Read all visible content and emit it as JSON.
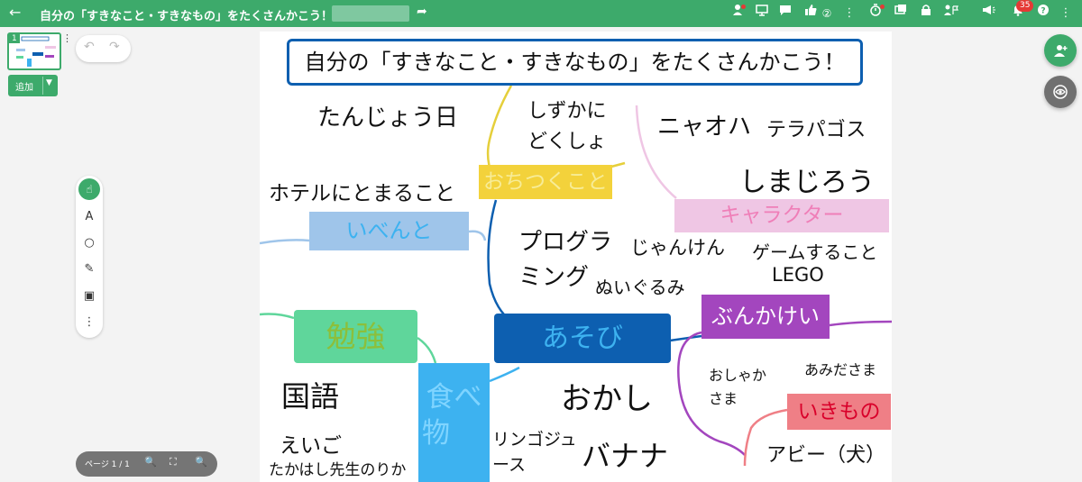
{
  "topbar": {
    "title": "自分の「すきなこと・すきなもの」をたくさんかこう！：",
    "back_icon": "←",
    "share_icon": "➦",
    "like_count": "②",
    "notification_count": "35"
  },
  "sidebar": {
    "page_number": "1",
    "add_label": "追加"
  },
  "pager": {
    "label": "ページ 1 / 1"
  },
  "canvas": {
    "title": "自分の「すきなこと・すきなもの」をたくさんかこう！",
    "center": "あそび",
    "branches": {
      "ochitsuku": "おちつくこと",
      "character": "キャラクター",
      "event": "いべんと",
      "study": "勉強",
      "food": "食べ物",
      "bunkakei": "ぶんかけい",
      "ikimono": "いきもの"
    },
    "words": {
      "tanjoubi": "たんじょう日",
      "shizukani": "しずかに",
      "dokusho": "どくしょ",
      "nyaoha": "ニャオハ",
      "terapagos": "テラパゴス",
      "shimajirou": "しまじろう",
      "hotel": "ホテルにとまること",
      "progra1": "プログラ",
      "progra2": "ミング",
      "janken": "じゃんけん",
      "game": "ゲームすること",
      "lego": "LEGO",
      "nuigurumi": "ぬいぐるみ",
      "oshaka1": "おしゃか",
      "oshaka2": "さま",
      "amidasama": "あみださま",
      "kokugo": "国語",
      "okashi": "おかし",
      "eigo": "えいご",
      "takahashi": "たかはし先生のりか",
      "ringo1": "リンゴジュ",
      "ringo2": "ース",
      "banana": "バナナ",
      "abi": "アビー（犬）"
    },
    "food_lines": [
      "食べ",
      "物"
    ]
  },
  "tools": {
    "text": "A",
    "shape": "○",
    "pen": "✎",
    "image": "▣",
    "more": "⋮"
  },
  "colors": {
    "topbar": "#3daa6b",
    "center": "#0d5fb0",
    "ochitsuku": "#f3d23b",
    "character": "#efc6e4",
    "event": "#9fc5ea",
    "study": "#5fd69b",
    "food": "#3db2f0",
    "bunkakei": "#a346be",
    "ikimono": "#ef7f86"
  }
}
